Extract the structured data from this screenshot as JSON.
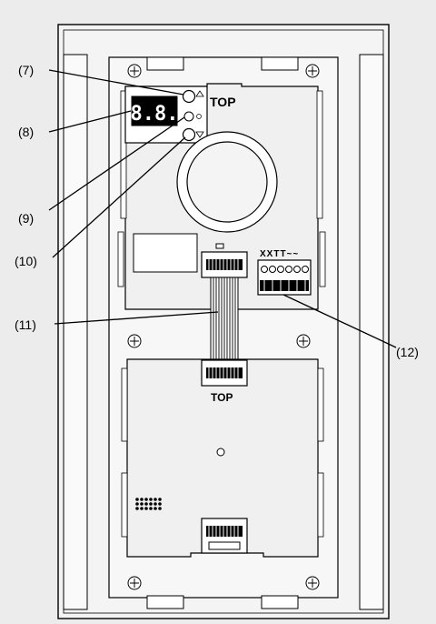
{
  "diagram": {
    "callouts": [
      {
        "id": "c7",
        "label": "(7)"
      },
      {
        "id": "c8",
        "label": "(8)"
      },
      {
        "id": "c9",
        "label": "(9)"
      },
      {
        "id": "c10",
        "label": "(10)"
      },
      {
        "id": "c11",
        "label": "(11)"
      },
      {
        "id": "c12",
        "label": "(12)"
      }
    ],
    "top_label_upper": "TOP",
    "top_label_lower": "TOP",
    "display_digits": "8.8.",
    "terminal_labels": "XXTT~~"
  },
  "colors": {
    "background": "#ececec",
    "housing": "#f4f4f4",
    "line": "#000000",
    "display": "#000000"
  }
}
